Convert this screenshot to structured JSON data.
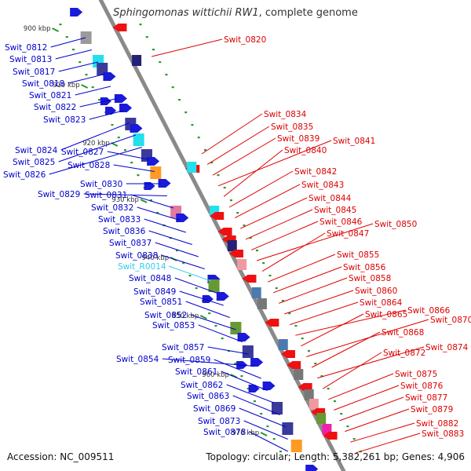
{
  "title": {
    "organism": "Sphingomonas wittichii RW1",
    "suffix": ", complete genome"
  },
  "footer": {
    "accession": "Accession: NC_009511",
    "stats": "Topology: circular; Length: 5,382,261 bp; Genes: 4,906"
  },
  "colors": {
    "backbone": "#888888",
    "tick": "#229922",
    "left_label": "#0000cc",
    "right_label": "#dd0000",
    "rna_label": "#33ccee"
  },
  "ticks": [
    {
      "label": "900 kbp",
      "pos": 900
    },
    {
      "label": "910 kbp",
      "pos": 910
    },
    {
      "label": "920 kbp",
      "pos": 920
    },
    {
      "label": "930 kbp",
      "pos": 930
    },
    {
      "label": "940 kbp",
      "pos": 940
    },
    {
      "label": "950 kbp",
      "pos": 950
    },
    {
      "label": "960 kbp",
      "pos": 960
    },
    {
      "label": "970 kbp",
      "pos": 970
    }
  ],
  "left_labels": [
    {
      "text": "Swit_0812",
      "type": "gene"
    },
    {
      "text": "Swit_0813",
      "type": "gene"
    },
    {
      "text": "Swit_0817",
      "type": "gene"
    },
    {
      "text": "Swit_0818",
      "type": "gene"
    },
    {
      "text": "Swit_0821",
      "type": "gene"
    },
    {
      "text": "Swit_0822",
      "type": "gene"
    },
    {
      "text": "Swit_0823",
      "type": "gene"
    },
    {
      "text": "Swit_0824",
      "type": "gene"
    },
    {
      "text": "Swit_0825",
      "type": "gene"
    },
    {
      "text": "Swit_0826",
      "type": "gene"
    },
    {
      "text": "Swit_0827",
      "type": "gene"
    },
    {
      "text": "Swit_0828",
      "type": "gene"
    },
    {
      "text": "Swit_0830",
      "type": "gene"
    },
    {
      "text": "Swit_0829",
      "type": "gene"
    },
    {
      "text": "Swit_0831",
      "type": "gene"
    },
    {
      "text": "Swit_0832",
      "type": "gene"
    },
    {
      "text": "Swit_0833",
      "type": "gene"
    },
    {
      "text": "Swit_0836",
      "type": "gene"
    },
    {
      "text": "Swit_0837",
      "type": "gene"
    },
    {
      "text": "Swit_0838",
      "type": "gene"
    },
    {
      "text": "Swit_R0014",
      "type": "rna"
    },
    {
      "text": "Swit_0848",
      "type": "gene"
    },
    {
      "text": "Swit_0849",
      "type": "gene"
    },
    {
      "text": "Swit_0851",
      "type": "gene"
    },
    {
      "text": "Swit_0852",
      "type": "gene"
    },
    {
      "text": "Swit_0853",
      "type": "gene"
    },
    {
      "text": "Swit_0857",
      "type": "gene"
    },
    {
      "text": "Swit_0854",
      "type": "gene"
    },
    {
      "text": "Swit_0859",
      "type": "gene"
    },
    {
      "text": "Swit_0861",
      "type": "gene"
    },
    {
      "text": "Swit_0862",
      "type": "gene"
    },
    {
      "text": "Swit_0863",
      "type": "gene"
    },
    {
      "text": "Swit_0869",
      "type": "gene"
    },
    {
      "text": "Swit_0873",
      "type": "gene"
    },
    {
      "text": "Swit_0878",
      "type": "gene"
    }
  ],
  "right_labels": [
    {
      "text": "Swit_0820"
    },
    {
      "text": "Swit_0834"
    },
    {
      "text": "Swit_0835"
    },
    {
      "text": "Swit_0839"
    },
    {
      "text": "Swit_0841"
    },
    {
      "text": "Swit_0840"
    },
    {
      "text": "Swit_0842"
    },
    {
      "text": "Swit_0843"
    },
    {
      "text": "Swit_0844"
    },
    {
      "text": "Swit_0845"
    },
    {
      "text": "Swit_0846"
    },
    {
      "text": "Swit_0850"
    },
    {
      "text": "Swit_0847"
    },
    {
      "text": "Swit_0855"
    },
    {
      "text": "Swit_0856"
    },
    {
      "text": "Swit_0858"
    },
    {
      "text": "Swit_0860"
    },
    {
      "text": "Swit_0864"
    },
    {
      "text": "Swit_0866"
    },
    {
      "text": "Swit_0865"
    },
    {
      "text": "Swit_0870"
    },
    {
      "text": "Swit_0868"
    },
    {
      "text": "Swit_0874"
    },
    {
      "text": "Swit_0872"
    },
    {
      "text": "Swit_0875"
    },
    {
      "text": "Swit_0876"
    },
    {
      "text": "Swit_0877"
    },
    {
      "text": "Swit_0879"
    },
    {
      "text": "Swit_0882"
    },
    {
      "text": "Swit_0883"
    }
  ]
}
